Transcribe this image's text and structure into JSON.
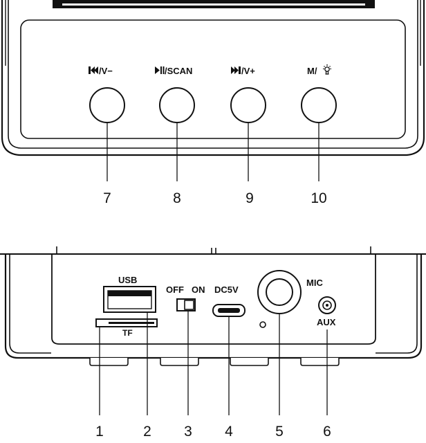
{
  "top_panel": {
    "buttons": [
      {
        "label": "/V−",
        "icon": "prev-track-icon",
        "number": "7"
      },
      {
        "label": "/SCAN",
        "icon": "play-pause-icon",
        "number": "8"
      },
      {
        "label": "/V+",
        "icon": "next-track-icon",
        "number": "9"
      },
      {
        "label": "M/",
        "icon": "light-bulb-icon",
        "number": "10"
      }
    ]
  },
  "rear_panel": {
    "usb_label": "USB",
    "tf_label": "TF",
    "switch_off_label": "OFF",
    "switch_on_label": "ON",
    "dc_label": "DC5V",
    "mic_label": "MIC",
    "aux_label": "AUX",
    "callouts": [
      "1",
      "2",
      "3",
      "4",
      "5",
      "6"
    ]
  }
}
